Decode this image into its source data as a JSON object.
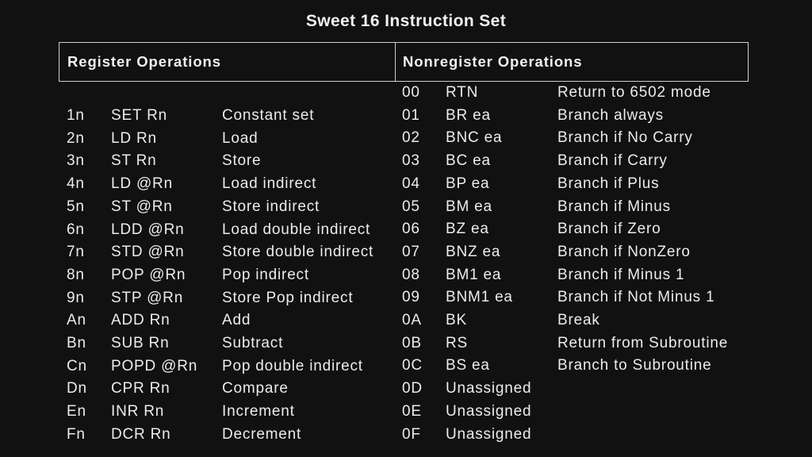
{
  "title": "Sweet 16 Instruction Set",
  "headers": {
    "register": "Register Operations",
    "nonregister": "Nonregister Operations"
  },
  "register_ops": [
    {
      "opcode": "1n",
      "mnemonic": "SET Rn",
      "description": "Constant set"
    },
    {
      "opcode": "2n",
      "mnemonic": "LD Rn",
      "description": "Load"
    },
    {
      "opcode": "3n",
      "mnemonic": "ST Rn",
      "description": "Store"
    },
    {
      "opcode": "4n",
      "mnemonic": "LD @Rn",
      "description": "Load indirect"
    },
    {
      "opcode": "5n",
      "mnemonic": "ST @Rn",
      "description": "Store indirect"
    },
    {
      "opcode": "6n",
      "mnemonic": "LDD @Rn",
      "description": "Load double indirect"
    },
    {
      "opcode": "7n",
      "mnemonic": "STD @Rn",
      "description": "Store double indirect"
    },
    {
      "opcode": "8n",
      "mnemonic": "POP @Rn",
      "description": "Pop indirect"
    },
    {
      "opcode": "9n",
      "mnemonic": "STP @Rn",
      "description": "Store Pop indirect"
    },
    {
      "opcode": "An",
      "mnemonic": "ADD Rn",
      "description": "Add"
    },
    {
      "opcode": "Bn",
      "mnemonic": "SUB Rn",
      "description": "Subtract"
    },
    {
      "opcode": "Cn",
      "mnemonic": "POPD @Rn",
      "description": "Pop double indirect"
    },
    {
      "opcode": "Dn",
      "mnemonic": "CPR Rn",
      "description": "Compare"
    },
    {
      "opcode": "En",
      "mnemonic": "INR Rn",
      "description": "Increment"
    },
    {
      "opcode": "Fn",
      "mnemonic": "DCR Rn",
      "description": "Decrement"
    }
  ],
  "nonregister_ops": [
    {
      "opcode": "00",
      "mnemonic": "RTN",
      "description": "Return to 6502 mode"
    },
    {
      "opcode": "01",
      "mnemonic": "BR ea",
      "description": "Branch always"
    },
    {
      "opcode": "02",
      "mnemonic": "BNC ea",
      "description": "Branch if No Carry"
    },
    {
      "opcode": "03",
      "mnemonic": "BC ea",
      "description": "Branch if Carry"
    },
    {
      "opcode": "04",
      "mnemonic": "BP ea",
      "description": "Branch if Plus"
    },
    {
      "opcode": "05",
      "mnemonic": "BM ea",
      "description": "Branch if Minus"
    },
    {
      "opcode": "06",
      "mnemonic": "BZ ea",
      "description": "Branch if Zero"
    },
    {
      "opcode": "07",
      "mnemonic": "BNZ ea",
      "description": "Branch if NonZero"
    },
    {
      "opcode": "08",
      "mnemonic": "BM1 ea",
      "description": "Branch if Minus 1"
    },
    {
      "opcode": "09",
      "mnemonic": "BNM1 ea",
      "description": "Branch if Not Minus 1"
    },
    {
      "opcode": "0A",
      "mnemonic": "BK",
      "description": "Break"
    },
    {
      "opcode": "0B",
      "mnemonic": "RS",
      "description": "Return from Subroutine"
    },
    {
      "opcode": "0C",
      "mnemonic": "BS ea",
      "description": "Branch to Subroutine"
    },
    {
      "opcode": "0D",
      "mnemonic": "Unassigned",
      "description": ""
    },
    {
      "opcode": "0E",
      "mnemonic": "Unassigned",
      "description": ""
    },
    {
      "opcode": "0F",
      "mnemonic": "Unassigned",
      "description": ""
    }
  ]
}
